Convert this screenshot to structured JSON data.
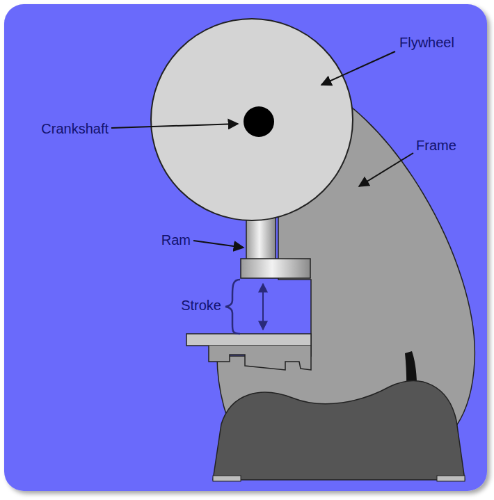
{
  "diagram": {
    "labels": [
      "Flywheel",
      "Crankshaft",
      "Frame",
      "Ram",
      "Stroke"
    ]
  }
}
